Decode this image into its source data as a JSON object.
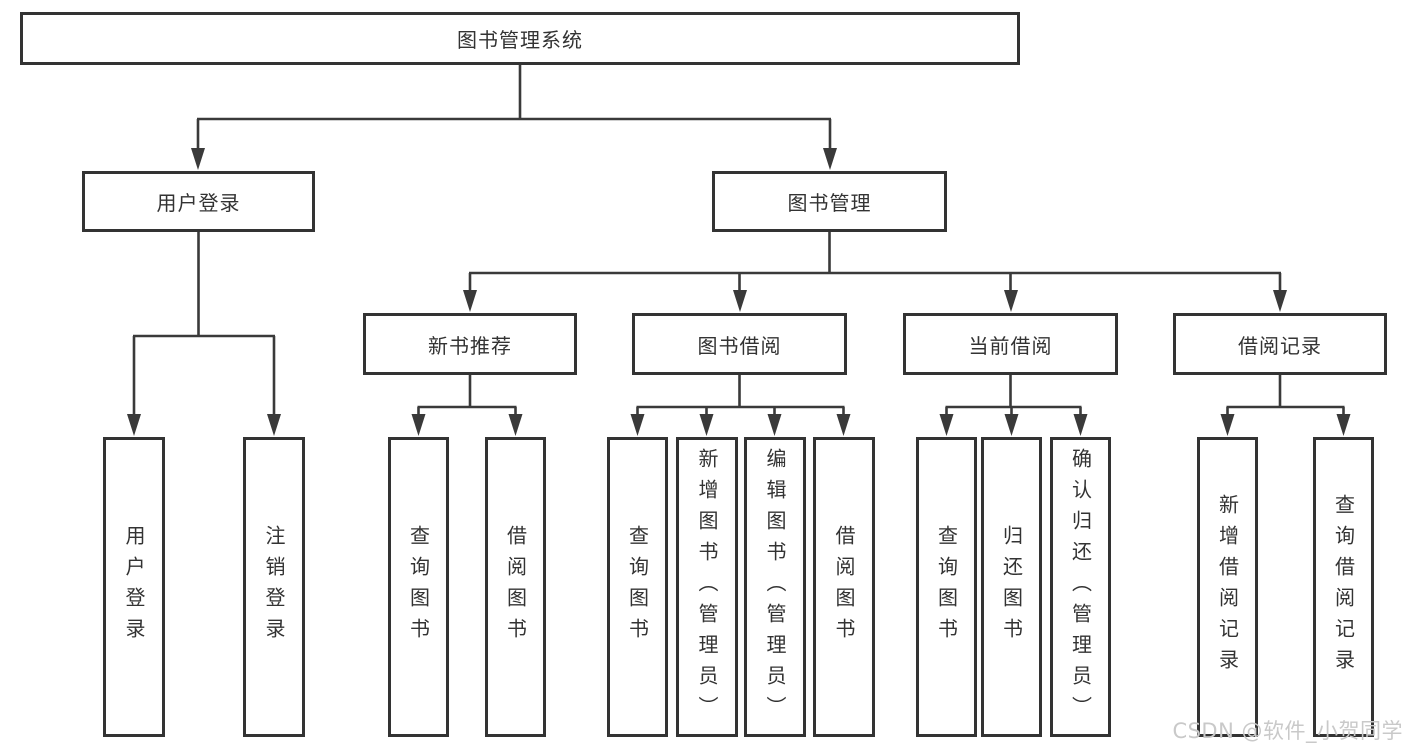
{
  "tree": {
    "root": {
      "label": "图书管理系统"
    },
    "branches": [
      {
        "label": "用户登录",
        "children": [
          {
            "label": "用户登录"
          },
          {
            "label": "注销登录"
          }
        ]
      },
      {
        "label": "图书管理",
        "sections": [
          {
            "label": "新书推荐",
            "children": [
              {
                "label": "查询图书"
              },
              {
                "label": "借阅图书"
              }
            ]
          },
          {
            "label": "图书借阅",
            "children": [
              {
                "label": "查询图书"
              },
              {
                "label": "新增图书（管理员）"
              },
              {
                "label": "编辑图书（管理员）"
              },
              {
                "label": "借阅图书"
              }
            ]
          },
          {
            "label": "当前借阅",
            "children": [
              {
                "label": "查询图书"
              },
              {
                "label": "归还图书"
              },
              {
                "label": "确认归还（管理员）"
              }
            ]
          },
          {
            "label": "借阅记录",
            "children": [
              {
                "label": "新增借阅记录"
              },
              {
                "label": "查询借阅记录"
              }
            ]
          }
        ]
      }
    ]
  },
  "watermark": {
    "text": "CSDN @软件_小贺同学"
  },
  "colors": {
    "line": "#3a3a3a",
    "border": "#333333",
    "text": "#333333",
    "background": "#ffffff",
    "watermark": "#c9c9c9"
  }
}
